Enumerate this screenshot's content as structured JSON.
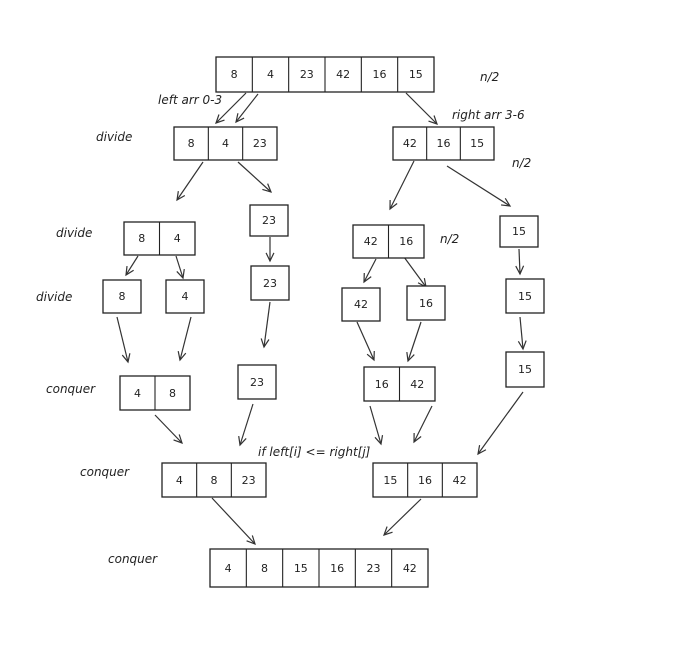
{
  "labels": {
    "n_half_1": "n/2",
    "left_arr": "left arr 0-3",
    "right_arr": "right arr 3-6",
    "divide_1": "divide",
    "n_half_2": "n/2",
    "divide_2": "divide",
    "n_half_3": "n/2",
    "divide_3": "divide",
    "conquer_1": "conquer",
    "compare": "if left[i] <= right[j]",
    "conquer_2": "conquer",
    "conquer_3": "conquer"
  },
  "arrays": {
    "root": [
      "8",
      "4",
      "23",
      "42",
      "16",
      "15"
    ],
    "left_half": [
      "8",
      "4",
      "23"
    ],
    "right_half": [
      "42",
      "16",
      "15"
    ],
    "l_pair": [
      "8",
      "4"
    ],
    "l_single": [
      "23"
    ],
    "r_pair": [
      "42",
      "16"
    ],
    "r_single": [
      "15"
    ],
    "leaf_8": [
      "8"
    ],
    "leaf_4": [
      "4"
    ],
    "leaf_23": [
      "23"
    ],
    "leaf_42": [
      "42"
    ],
    "leaf_16": [
      "16"
    ],
    "leaf_15": [
      "15"
    ],
    "merged_l_pair": [
      "4",
      "8"
    ],
    "merged_23": [
      "23"
    ],
    "merged_r_pair": [
      "16",
      "42"
    ],
    "merged_15": [
      "15"
    ],
    "merged_left": [
      "4",
      "8",
      "23"
    ],
    "merged_right": [
      "15",
      "16",
      "42"
    ],
    "final": [
      "4",
      "8",
      "15",
      "16",
      "23",
      "42"
    ]
  }
}
